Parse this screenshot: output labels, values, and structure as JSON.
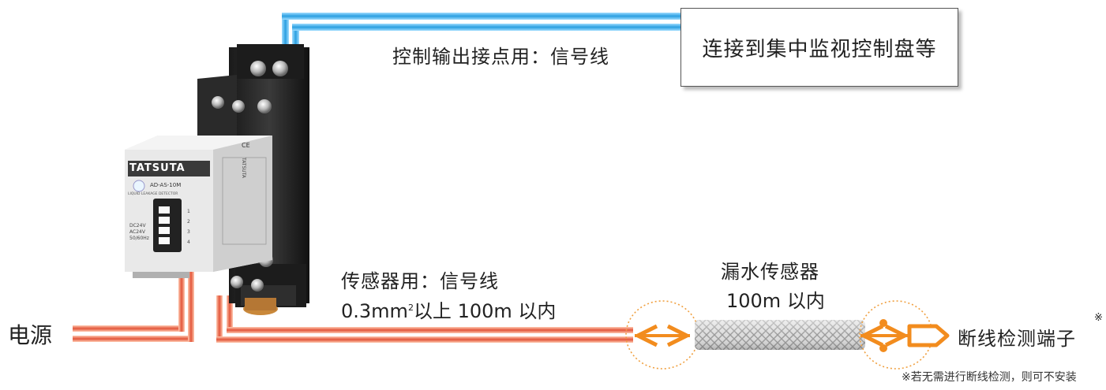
{
  "monitor_box": {
    "text": "连接到集中监视控制盘等"
  },
  "control_output_label": "控制输出接点用：信号线",
  "sensor_line": {
    "title": "传感器用：信号线",
    "spec_prefix": "0.3mm",
    "spec_sup": "2",
    "spec_suffix": "以上 100m 以内"
  },
  "leak_sensor": {
    "title": "漏水传感器",
    "length": "100m 以内"
  },
  "power_label": "电源",
  "terminal_label": "断线检测端子",
  "terminal_mark": "※",
  "footnote": "※若无需进行断线检测，则可不安装",
  "device": {
    "brand": "TATSUTA",
    "model": "AD-AS-10M",
    "desc": "LIQUID LEAKAGE DETECTOR",
    "power_spec_lines": [
      "DC24V",
      "AC24V",
      "50/60Hz"
    ],
    "terminal_numbers": [
      "1",
      "2",
      "3",
      "4"
    ],
    "ce_mark": "CE",
    "side_brand": "TATSUTA"
  },
  "colors": {
    "signal_wire": "#4ab3e8",
    "power_wire": "#e8684a",
    "sensor_symbol": "#f28c1e",
    "sensor_halo": "#f0a040"
  }
}
